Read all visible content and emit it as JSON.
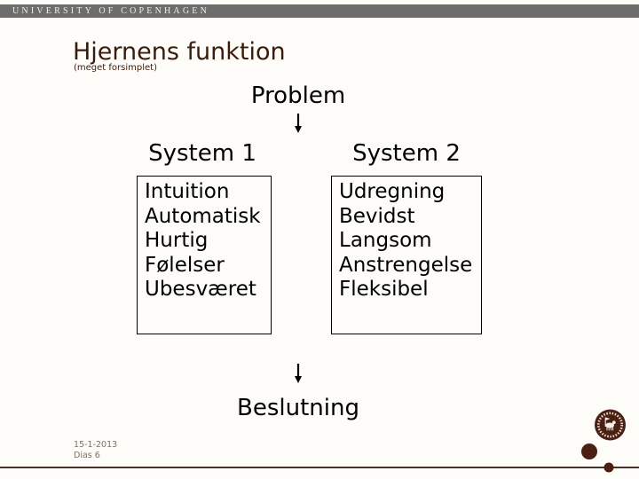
{
  "header": {
    "university": "UNIVERSITY OF COPENHAGEN"
  },
  "slide": {
    "title": "Hjernens funktion",
    "subtitle": "(meget forsimplet)",
    "problem_label": "Problem",
    "decision_label": "Beslutning",
    "systems": [
      {
        "heading": "System 1",
        "items": [
          "Intuition",
          "Automatisk",
          "Hurtig",
          "Følelser",
          "Ubesværet"
        ]
      },
      {
        "heading": "System 2",
        "items": [
          "Udregning",
          "Bevidst",
          "Langsom",
          "Anstrengelse",
          "Fleksibel"
        ]
      }
    ],
    "footer": {
      "date": "15-1-2013",
      "slide_number": "Dias 6"
    }
  },
  "colors": {
    "header_bar": "#6d6d6d",
    "header_text": "#f1eee8",
    "title_text": "#3a1c0c",
    "body_text": "#000000",
    "footer_text": "#7d7064",
    "logo_maroon": "#4a2013",
    "divider_line": "#46352a"
  }
}
